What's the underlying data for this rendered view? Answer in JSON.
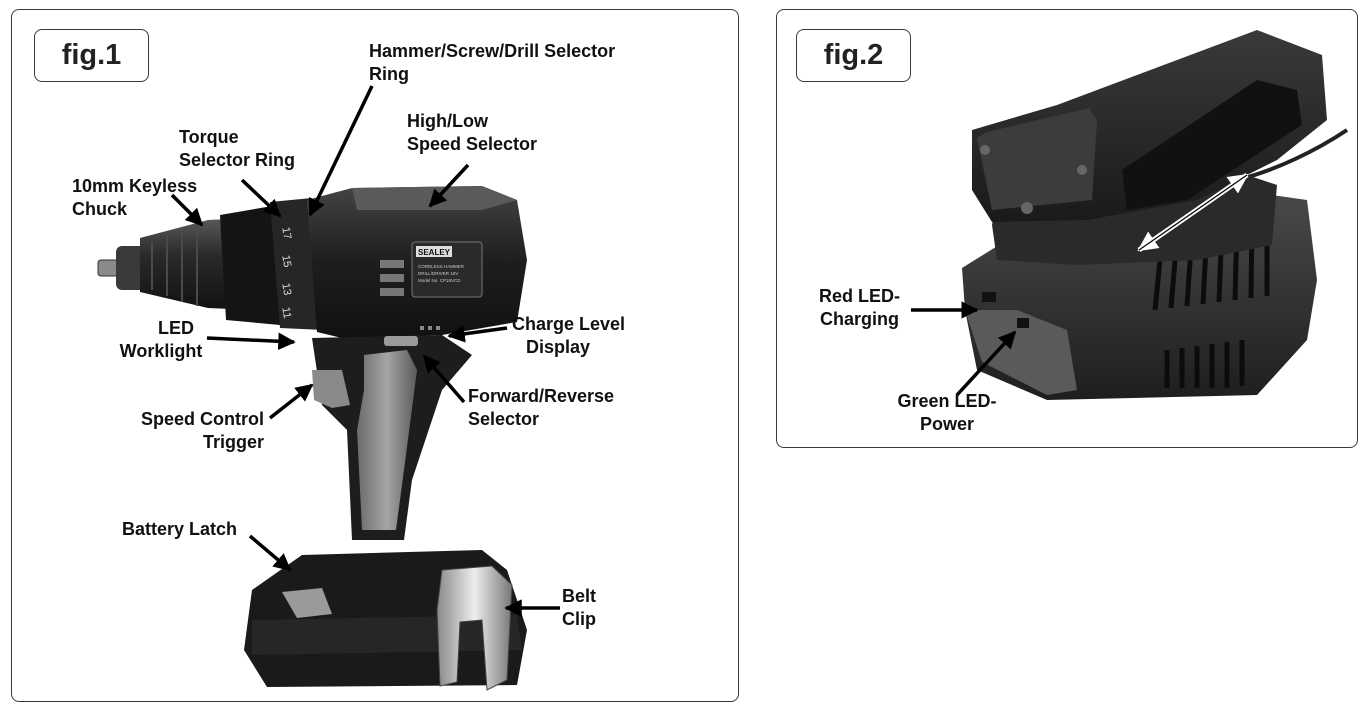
{
  "fig1": {
    "title": "fig.1",
    "labels": {
      "hammer_selector": [
        "Hammer/Screw/Drill Selector",
        "Ring"
      ],
      "high_low": [
        "High/Low",
        "Speed Selector"
      ],
      "torque": [
        "Torque",
        "Selector Ring"
      ],
      "chuck": [
        "10mm Keyless",
        "Chuck"
      ],
      "led": [
        "LED",
        "Worklight"
      ],
      "charge_level": [
        "Charge Level",
        "Display"
      ],
      "forward_reverse": [
        "Forward/Reverse",
        "Selector"
      ],
      "speed_trigger": [
        "Speed Control",
        "Trigger"
      ],
      "battery_latch": [
        "Battery Latch"
      ],
      "belt_clip": [
        "Belt",
        "Clip"
      ]
    },
    "product_text": {
      "brand": "SEALEY",
      "line1": "CORDLESS HAMMER",
      "line2": "DRILL/DRIVER 18V",
      "line3": "Model No. CP18VCD",
      "torque_numbers": [
        "17",
        "15",
        "13",
        "11"
      ]
    }
  },
  "fig2": {
    "title": "fig.2",
    "labels": {
      "red_led": [
        "Red LED-",
        "Charging"
      ],
      "green_led": [
        "Green LED-",
        "Power"
      ]
    }
  },
  "colors": {
    "border": "#3a3a3a",
    "text": "#111111",
    "tool_dark": "#1c1c1c",
    "tool_mid": "#555555",
    "tool_light": "#9a9a9a"
  }
}
